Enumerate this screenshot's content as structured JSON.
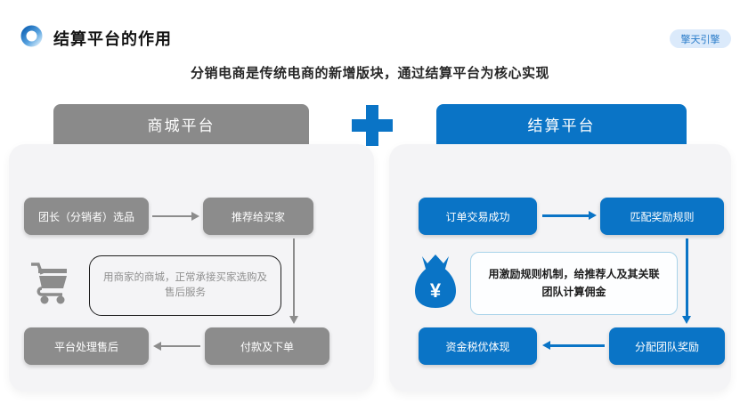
{
  "header": {
    "title": "结算平台的作用",
    "badge": "擎天引擎",
    "subtitle": "分销电商是传统电商的新增版块，通过结算平台为核心实现"
  },
  "colors": {
    "blue": "#0a74c6",
    "gray": "#8c8c8c",
    "panel_bg": "#f4f4f6",
    "badge_bg": "#dbeafb",
    "badge_text": "#2a7cc9"
  },
  "left_panel": {
    "title": "商城平台",
    "boxes": [
      "团长（分销者）选品",
      "推荐给买家",
      "平台处理售后",
      "付款及下单"
    ],
    "note": "用商家的商城，正常承接买家选购及售后服务",
    "icon": "shopping-cart-icon"
  },
  "plus_icon": "plus-icon",
  "right_panel": {
    "title": "结算平台",
    "boxes": [
      "订单交易成功",
      "匹配奖励规则",
      "资金税优体现",
      "分配团队奖励"
    ],
    "note": "用激励规则机制，给推荐人及其关联团队计算佣金",
    "icon": "money-bag-icon",
    "currency_symbol": "¥"
  }
}
